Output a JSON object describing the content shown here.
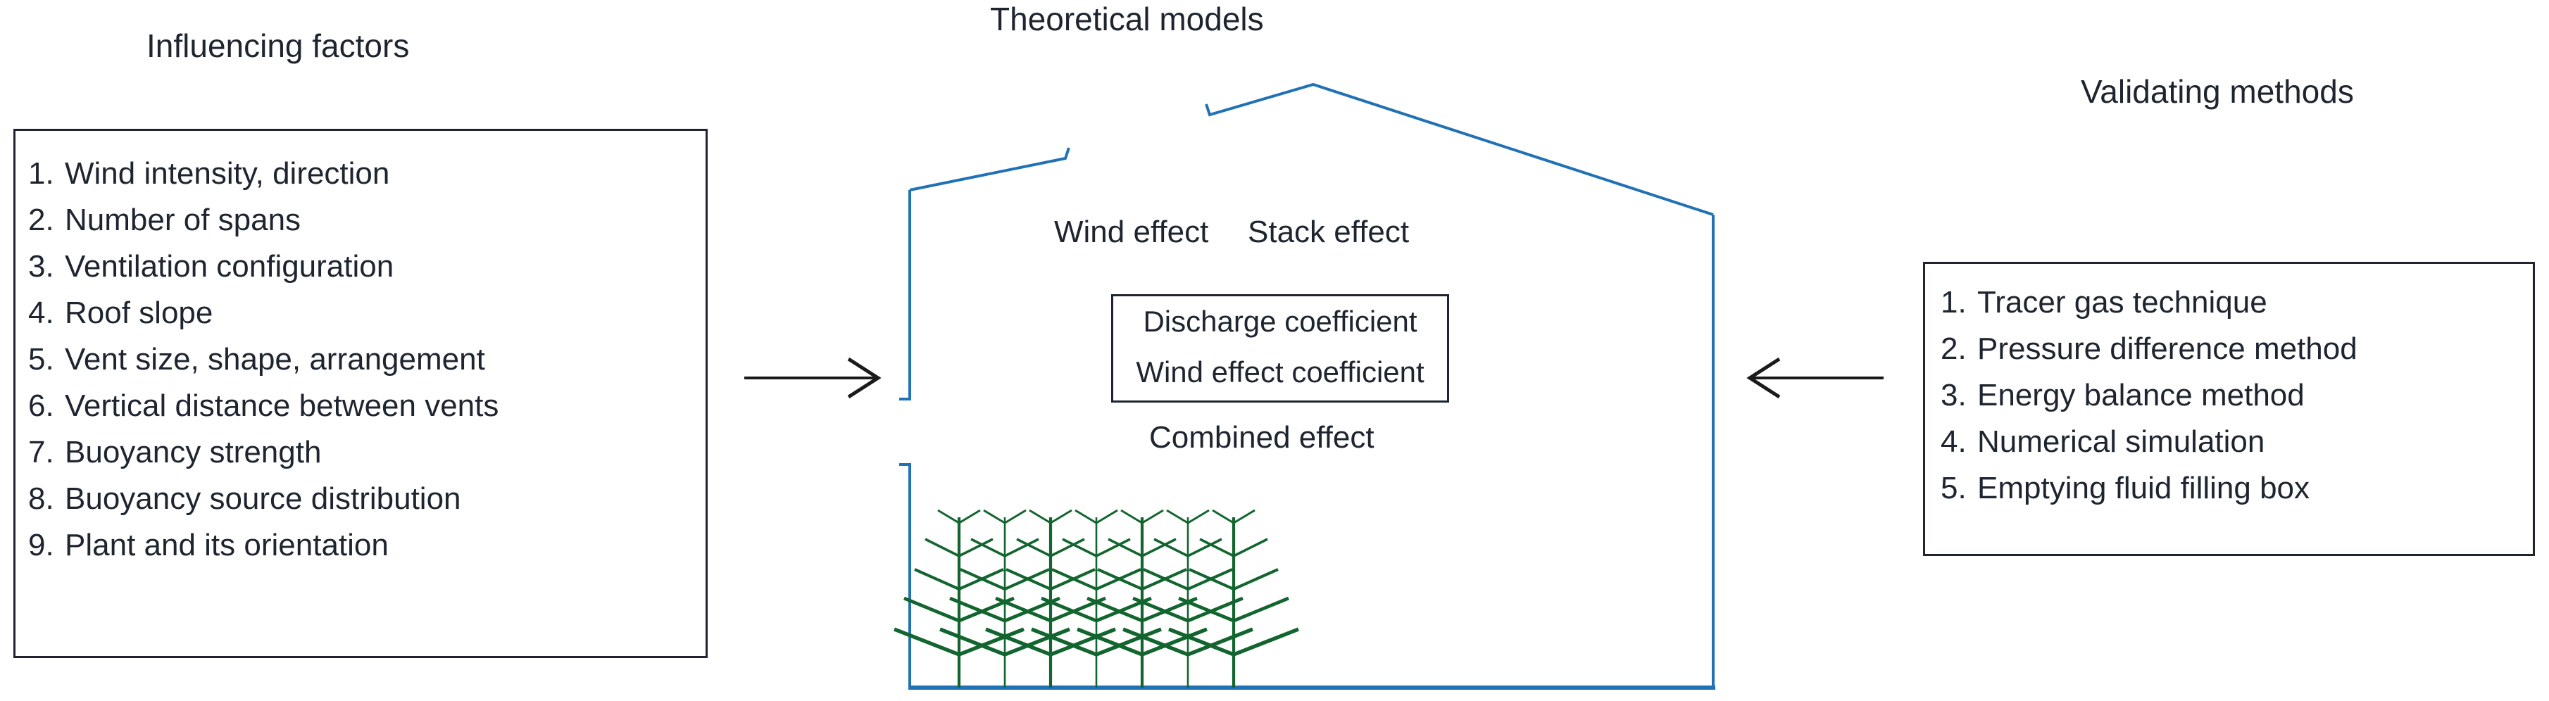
{
  "diagram": {
    "title_center": "Theoretical models",
    "title_left": "Influencing factors",
    "title_right": "Validating methods",
    "colors": {
      "structure_blue": "#2171b5",
      "plant_green": "#13652f",
      "text_dark": "#1e2530",
      "arrow_black": "#1a1a1a"
    }
  },
  "influencing_factors": {
    "heading": "Influencing factors",
    "items": [
      {
        "num": "1.",
        "text": "Wind intensity, direction"
      },
      {
        "num": "2.",
        "text": "Number of spans"
      },
      {
        "num": "3.",
        "text": "Ventilation configuration"
      },
      {
        "num": "4.",
        "text": "Roof slope"
      },
      {
        "num": "5.",
        "text": "Vent size, shape, arrangement"
      },
      {
        "num": "6.",
        "text": "Vertical distance between vents"
      },
      {
        "num": "7.",
        "text": "Buoyancy strength"
      },
      {
        "num": "8.",
        "text": "Buoyancy source distribution"
      },
      {
        "num": "9.",
        "text": "Plant and its orientation"
      }
    ]
  },
  "validating_methods": {
    "heading": "Validating methods",
    "items": [
      {
        "num": "1.",
        "text": "Tracer gas technique"
      },
      {
        "num": "2.",
        "text": "Pressure difference method"
      },
      {
        "num": "3.",
        "text": "Energy balance method"
      },
      {
        "num": "4.",
        "text": "Numerical simulation"
      },
      {
        "num": "5.",
        "text": "Emptying fluid filling box"
      }
    ]
  },
  "theoretical_models": {
    "heading": "Theoretical models",
    "wind_effect_label": "Wind effect",
    "stack_effect_label": "Stack effect",
    "combined_effect_label": "Combined effect",
    "coefficients": [
      "Discharge coefficient",
      "Wind effect coefficient"
    ]
  },
  "greenhouse": {
    "plant_count": 7,
    "branch_levels": 5
  },
  "arrows": {
    "left_arrow_direction": "right",
    "right_arrow_direction": "left"
  }
}
